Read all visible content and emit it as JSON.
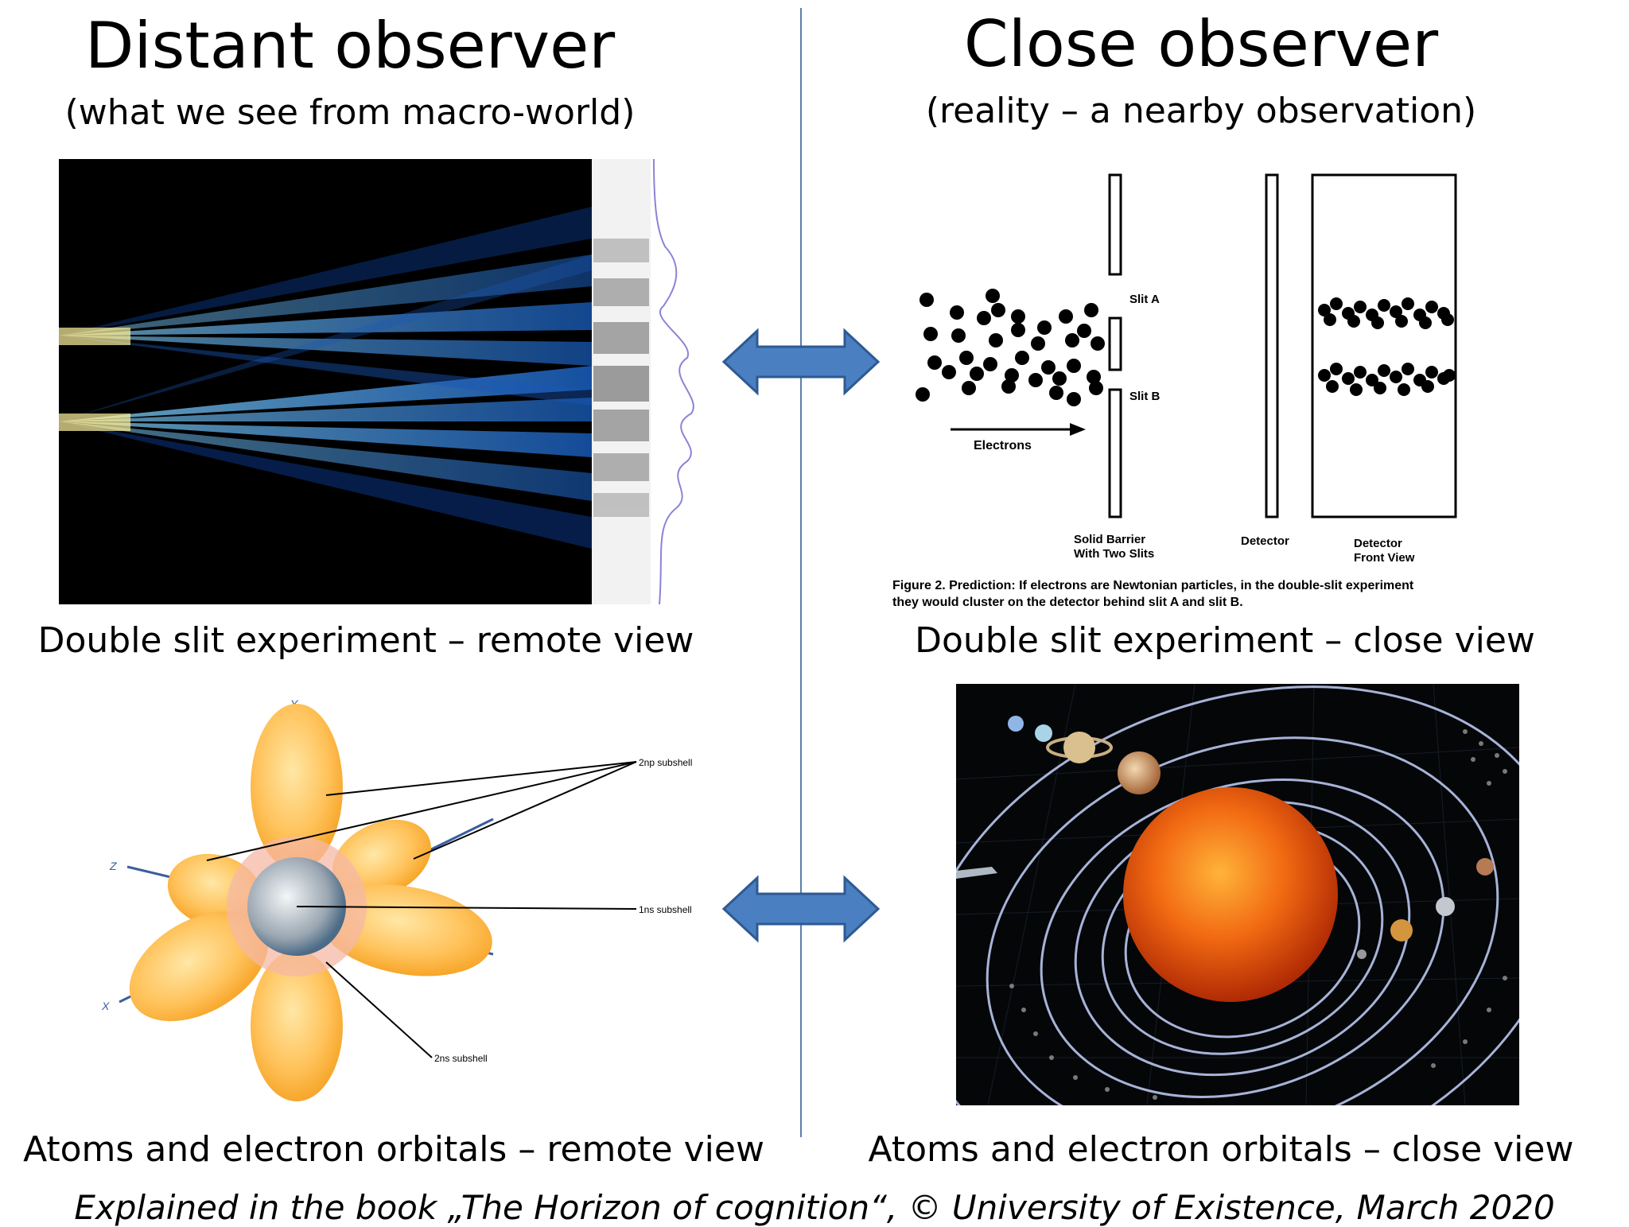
{
  "left": {
    "title": "Distant observer",
    "subtitle": "(what we see from macro-world)",
    "caption_top": "Double slit experiment – remote view",
    "caption_bottom": "Atoms and electron orbitals – remote view",
    "orbital_labels": {
      "axis_y": "Y",
      "axis_z": "Z",
      "axis_x": "X",
      "label_2np": "2np subshell",
      "label_1ns": "1ns subshell",
      "label_2ns": "2ns subshell"
    }
  },
  "right": {
    "title": "Close observer",
    "subtitle": "(reality – a nearby  observation)",
    "caption_top": "Double slit experiment – close view",
    "caption_bottom": "Atoms and electron orbitals – close view",
    "figure": {
      "slit_a": "Slit A",
      "slit_b": "Slit B",
      "electrons": "Electrons",
      "barrier_line1": "Solid Barrier",
      "barrier_line2": "With Two Slits",
      "detector": "Detector",
      "detector_front_line1": "Detector",
      "detector_front_line2": "Front View",
      "caption_line1": "Figure 2. Prediction: If electrons are Newtonian particles, in the double-slit experiment",
      "caption_line2": "they would cluster on the detector behind slit A and slit B."
    }
  },
  "footer": "Explained in the book „The Horizon of cognition“, © University of Existence, March 2020"
}
